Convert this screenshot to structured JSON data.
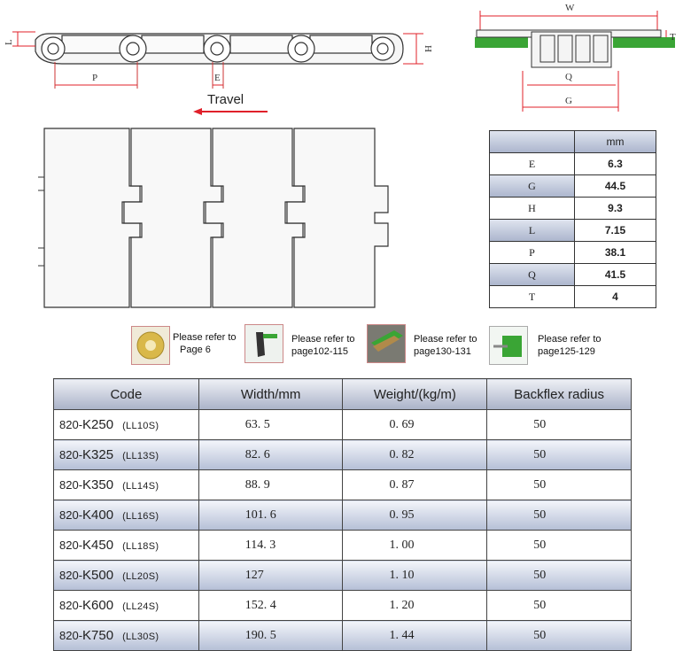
{
  "side_view": {
    "labels": {
      "L": "L",
      "P": "P",
      "E": "E",
      "H": "H"
    },
    "travel_label": "Travel"
  },
  "cross_section": {
    "labels": {
      "W": "W",
      "T": "T",
      "Q": "Q",
      "G": "G"
    }
  },
  "dimension_table": {
    "unit_header": "mm",
    "rows": [
      {
        "key": "E",
        "value": "6.3"
      },
      {
        "key": "G",
        "value": "44.5"
      },
      {
        "key": "H",
        "value": "9.3"
      },
      {
        "key": "L",
        "value": "7.15"
      },
      {
        "key": "P",
        "value": "38.1"
      },
      {
        "key": "Q",
        "value": "41.5"
      },
      {
        "key": "T",
        "value": "4"
      }
    ]
  },
  "references": [
    {
      "icon": "sprocket-icon",
      "line1": "Please refer to",
      "line2": "Page 6"
    },
    {
      "icon": "wear-strip-icon",
      "line1": "Please refer to",
      "line2": "page102-115"
    },
    {
      "icon": "guide-rail-icon",
      "line1": "Please refer to",
      "line2": "page130-131"
    },
    {
      "icon": "side-guide-icon",
      "line1": "Please refer to",
      "line2": "page125-129"
    }
  ],
  "product_table": {
    "headers": [
      "Code",
      "Width/mm",
      "Weight/(kg/m)",
      "Backflex radius"
    ],
    "rows": [
      {
        "prefix": "820-",
        "code": "K250",
        "alt": "(LL10S)",
        "width": "63. 5",
        "weight": "0. 69",
        "radius": "50"
      },
      {
        "prefix": "820-",
        "code": "K325",
        "alt": "(LL13S)",
        "width": "82. 6",
        "weight": "0. 82",
        "radius": "50"
      },
      {
        "prefix": "820-",
        "code": "K350",
        "alt": "(LL14S)",
        "width": "88. 9",
        "weight": "0. 87",
        "radius": "50"
      },
      {
        "prefix": "820-",
        "code": "K400",
        "alt": "(LL16S)",
        "width": "101. 6",
        "weight": "0. 95",
        "radius": "50"
      },
      {
        "prefix": "820-",
        "code": "K450",
        "alt": "(LL18S)",
        "width": "114. 3",
        "weight": "1. 00",
        "radius": "50"
      },
      {
        "prefix": "820-",
        "code": "K500",
        "alt": "(LL20S)",
        "width": "127",
        "weight": "1. 10",
        "radius": "50"
      },
      {
        "prefix": "820-",
        "code": "K600",
        "alt": "(LL24S)",
        "width": "152. 4",
        "weight": "1. 20",
        "radius": "50"
      },
      {
        "prefix": "820-",
        "code": "K750",
        "alt": "(LL30S)",
        "width": "190. 5",
        "weight": "1. 44",
        "radius": "50"
      }
    ]
  },
  "colors": {
    "accent": "#e0202a",
    "green": "#3aa535",
    "header_shade": "#aab4cc"
  }
}
